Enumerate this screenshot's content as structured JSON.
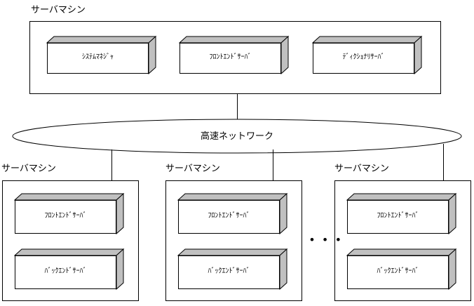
{
  "diagram": {
    "title_top": "サーバマシン",
    "network": {
      "label": "高速ネットワーク"
    },
    "top_machine": {
      "label": "サーバマシン",
      "boxes": [
        {
          "label": "ｼｽﾃﾑﾏﾈｼﾞｬ"
        },
        {
          "label": "ﾌﾛﾝﾄｴﾝﾄﾞｻｰﾊﾞ"
        },
        {
          "label": "ﾃﾞｨｸｼｮﾅﾘｻｰﾊﾞ"
        }
      ]
    },
    "bottom_machines": [
      {
        "label": "サーバマシン",
        "boxes": [
          {
            "label": "ﾌﾛﾝﾄｴﾝﾄﾞｻｰﾊﾞ"
          },
          {
            "label": "ﾊﾞｯｸｴﾝﾄﾞｻｰﾊﾞ"
          }
        ]
      },
      {
        "label": "サーバマシン",
        "boxes": [
          {
            "label": "ﾌﾛﾝﾄｴﾝﾄﾞｻｰﾊﾞ"
          },
          {
            "label": "ﾊﾞｯｸｴﾝﾄﾞｻｰﾊﾞ"
          }
        ]
      },
      {
        "label": "サーバマシン",
        "boxes": [
          {
            "label": "ﾌﾛﾝﾄｴﾝﾄﾞｻｰﾊﾞ"
          },
          {
            "label": "ﾊﾞｯｸｴﾝﾄﾞｻｰﾊﾞ"
          }
        ]
      }
    ],
    "ellipsis": "• • •",
    "colors": {
      "stroke": "#000000",
      "box_face": "#ffffff",
      "box_shade": "#c0c0c0",
      "background": "#ffffff"
    }
  }
}
